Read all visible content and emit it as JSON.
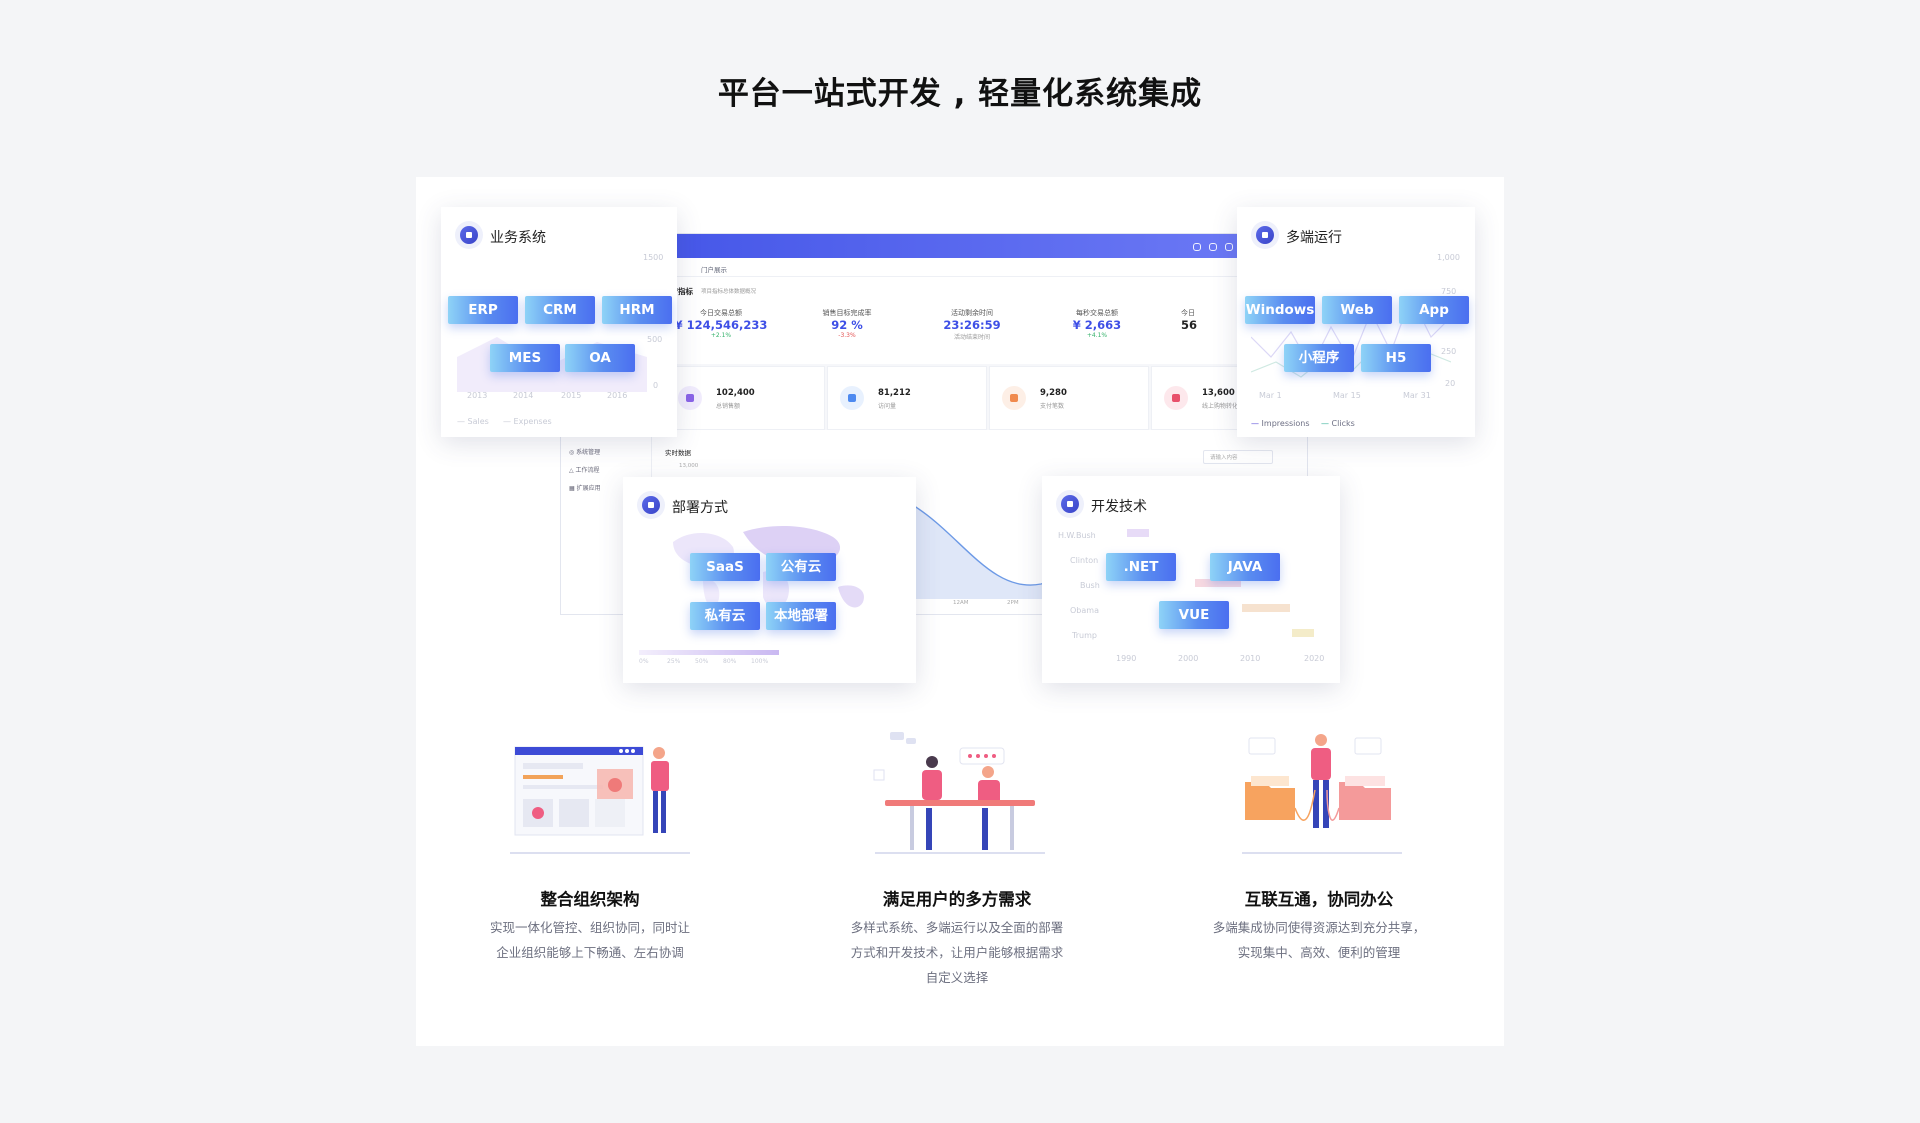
{
  "headline": "平台一站式开发 , 轻量化系统集成",
  "dashboard": {
    "tab": "门户展示",
    "section_title": "运营指标",
    "section_sub": "项目指标总体数据概况",
    "kpis": [
      {
        "label": "今日交易总额",
        "value": "¥ 124,546,233",
        "sub": "+2.1%",
        "sub_color": "#35b26b"
      },
      {
        "label": "销售目标完成率",
        "value": "92 %",
        "sub": "-3.3%",
        "sub_color": "#e35252"
      },
      {
        "label": "活动剩余时间",
        "value": "23:26:59",
        "sub": "活动结束时间",
        "sub_color": "#999999"
      },
      {
        "label": "每秒交易总额",
        "value": "¥ 2,663",
        "sub": "+4.1%",
        "sub_color": "#35b26b"
      },
      {
        "label": "今日",
        "value": "56",
        "sub": "",
        "sub_color": "#999999"
      }
    ],
    "stats": [
      {
        "value": "102,400",
        "label": "总销售额",
        "color": "#8a63e8",
        "bg": "#f1ecfd"
      },
      {
        "value": "81,212",
        "label": "访问量",
        "color": "#4e8af0",
        "bg": "#e8f1fe"
      },
      {
        "value": "9,280",
        "label": "支付笔数",
        "color": "#f08a4e",
        "bg": "#fdefe6"
      },
      {
        "value": "13,600",
        "label": "线上购物转化率",
        "color": "#e8506b",
        "bg": "#fde8ec"
      }
    ],
    "side_items": [
      "系统管理",
      "工作流程",
      "扩展应用"
    ],
    "realtime_title": "实时数据",
    "realtime_y": "13,000",
    "realtime_x": [
      "12AM",
      "2PM"
    ],
    "search_placeholder": "请输入内容"
  },
  "cards": {
    "business": {
      "title": "业务系统",
      "chips": [
        "ERP",
        "CRM",
        "HRM",
        "MES",
        "OA"
      ],
      "ghost_years": [
        "2013",
        "2014",
        "2015",
        "2016"
      ],
      "ghost_y": [
        "1500",
        "500",
        "0"
      ],
      "ghost_legend": [
        "Sales",
        "Expenses"
      ]
    },
    "multi": {
      "title": "多端运行",
      "chips": [
        "Windows",
        "Web",
        "App",
        "小程序",
        "H5"
      ],
      "ghost_y": [
        "1,000",
        "750",
        "250",
        "20"
      ],
      "ghost_x": [
        "Mar 1",
        "Mar 15",
        "Mar 31"
      ],
      "ghost_legend": [
        "Impressions",
        "Clicks"
      ]
    },
    "deploy": {
      "title": "部署方式",
      "chips": [
        "SaaS",
        "公有云",
        "私有云",
        "本地部署"
      ],
      "ghost_legend": [
        "0%",
        "25%",
        "50%",
        "80%",
        "100%"
      ]
    },
    "tech": {
      "title": "开发技术",
      "chips": [
        ".NET",
        "JAVA",
        "VUE"
      ],
      "ghost_names": [
        "H.W.Bush",
        "Clinton",
        "Bush",
        "Obama",
        "Trump"
      ],
      "ghost_years": [
        "1990",
        "2000",
        "2010",
        "2020"
      ]
    }
  },
  "features": [
    {
      "title": "整合组织架构",
      "lines": [
        "实现一体化管控、组织协同，同时让",
        "企业组织能够上下畅通、左右协调"
      ]
    },
    {
      "title": "满足用户的多方需求",
      "lines": [
        "多样式系统、多端运行以及全面的部署",
        "方式和开发技术，让用户能够根据需求",
        "自定义选择"
      ]
    },
    {
      "title": "互联互通，协同办公",
      "lines": [
        "多端集成协同使得资源达到充分共享，",
        "实现集中、高效、便利的管理"
      ]
    }
  ]
}
